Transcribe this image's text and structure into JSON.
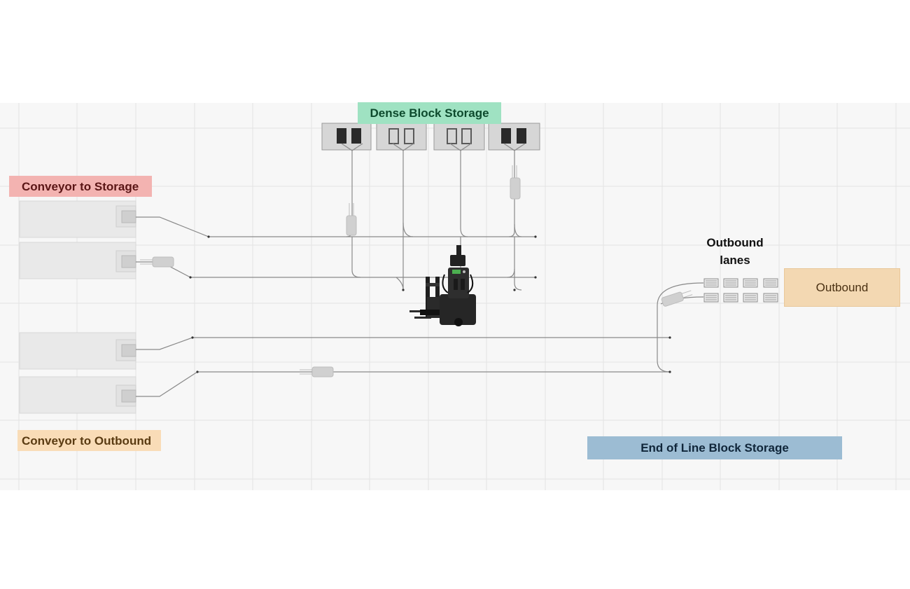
{
  "labels": {
    "dense_block_storage": "Dense Block Storage",
    "conveyor_to_storage": "Conveyor to Storage",
    "conveyor_to_outbound": "Conveyor to Outbound",
    "end_of_line": "End of Line Block Storage",
    "outbound": "Outbound",
    "outbound_lanes_line1": "Outbound",
    "outbound_lanes_line2": "lanes"
  },
  "colors": {
    "dense_block_storage": "#9fe2c2",
    "conveyor_to_storage": "#f3b3b1",
    "conveyor_to_outbound": "#f9dcb7",
    "end_of_line": "#9cbcd3",
    "outbound": "#f3d8b2",
    "grid": "#e4e4e4",
    "floor": "#f7f7f7",
    "path": "#8a8a8a"
  }
}
